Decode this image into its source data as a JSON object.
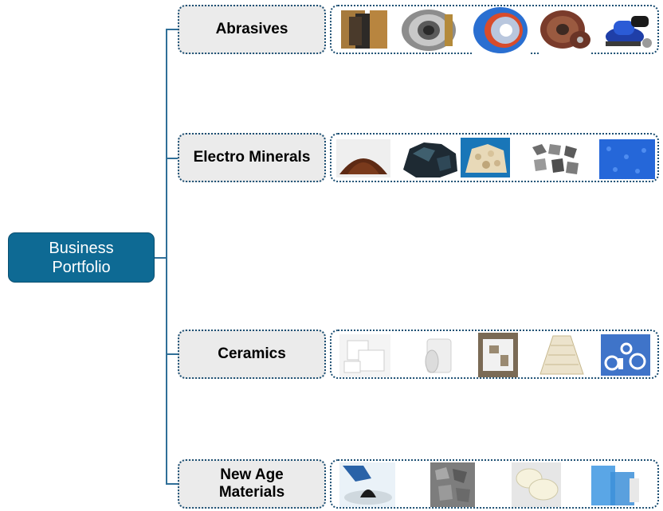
{
  "root": {
    "line1": "Business",
    "line2": "Portfolio"
  },
  "categories": [
    {
      "label": "Abrasives",
      "images": [
        "sandpaper-sheets-image",
        "bonded-wheel-hub-image",
        "blue-grinding-wheel-image",
        "flap-disc-image",
        "power-sander-image"
      ]
    },
    {
      "label": "Electro Minerals",
      "images": [
        "brown-grain-pile-image",
        "black-silicon-carbide-image",
        "white-grains-image",
        "grey-crystals-image",
        "blue-texture-image"
      ]
    },
    {
      "label": "Ceramics",
      "images": [
        "white-ceramic-blocks-image",
        "ceramic-tube-image",
        "ceramic-parts-image",
        "ceramic-lining-image",
        "ceramic-rings-image"
      ]
    },
    {
      "label_line1": "New Age",
      "label_line2": "Materials",
      "images": [
        "lab-powder-image",
        "grey-powder-image",
        "white-discs-image",
        "blue-ceramic-plates-image"
      ]
    }
  ],
  "colors": {
    "root_fill": "#0e6a94",
    "connector": "#2f6f98",
    "category_fill": "#ebebeb",
    "dotted_border": "#1c4f73"
  }
}
